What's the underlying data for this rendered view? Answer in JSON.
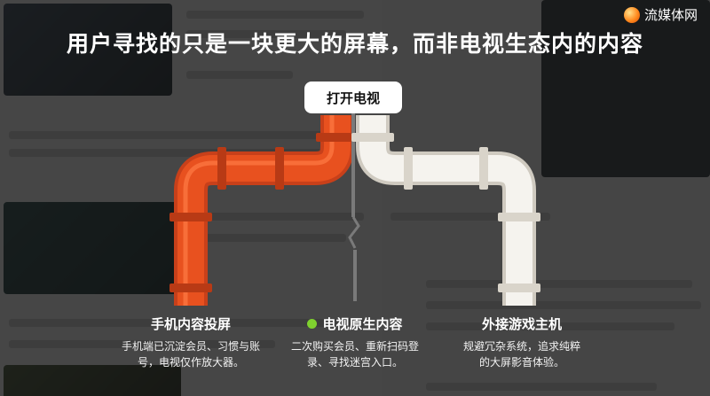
{
  "title": "用户寻找的只是一块更大的屏幕，而非电视生态内的内容",
  "logo": {
    "text": "流媒体网"
  },
  "source": {
    "label": "打开电视"
  },
  "branches": [
    {
      "title": "手机内容投屏",
      "desc_lines": [
        "手机端已沉淀会员、习惯与账",
        "号，电视仅作放大器。"
      ],
      "pipe_color": "#e8511f",
      "flow": "strong"
    },
    {
      "title": "电视原生内容",
      "desc_lines": [
        "二次购买会员、重新扫码登",
        "录、寻找迷宫入口。"
      ],
      "pipe_color": "#8c8c8c",
      "flow": "broken",
      "marker_color": "#7fd12f"
    },
    {
      "title": "外接游戏主机",
      "desc_lines": [
        "规避冗杂系统，追求纯粹",
        "的大屏影音体验。"
      ],
      "pipe_color": "#f5f3ee",
      "flow": "strong"
    }
  ],
  "colors": {
    "accent_orange": "#e8511f",
    "pipe_white": "#f5f3ee",
    "marker_green": "#7fd12f"
  }
}
